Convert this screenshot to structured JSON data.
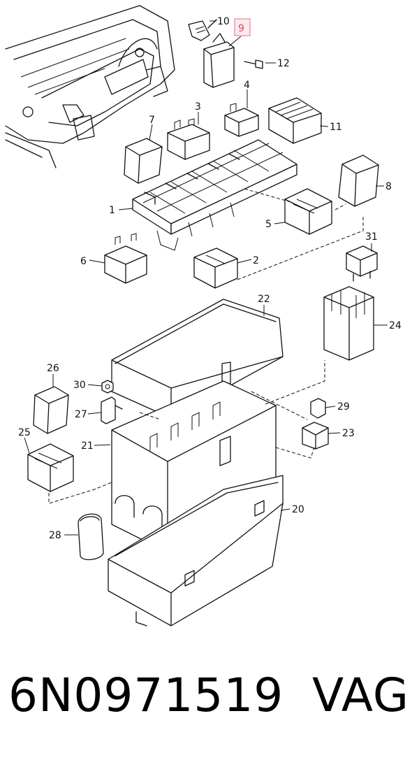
{
  "diagram": {
    "callouts": {
      "c1": "1",
      "c2": "2",
      "c3": "3",
      "c4": "4",
      "c5": "5",
      "c6": "6",
      "c7": "7",
      "c8": "8",
      "c9": "9",
      "c10": "10",
      "c11": "11",
      "c12": "12",
      "c20": "20",
      "c21": "21",
      "c22": "22",
      "c23": "23",
      "c24": "24",
      "c25": "25",
      "c26": "26",
      "c27": "27",
      "c28": "28",
      "c29": "29",
      "c30": "30",
      "c31": "31"
    },
    "highlighted_callout": "9",
    "highlight_color": "#e08a9a"
  },
  "caption": {
    "part_number": "6N0971519",
    "brand": "VAG"
  }
}
